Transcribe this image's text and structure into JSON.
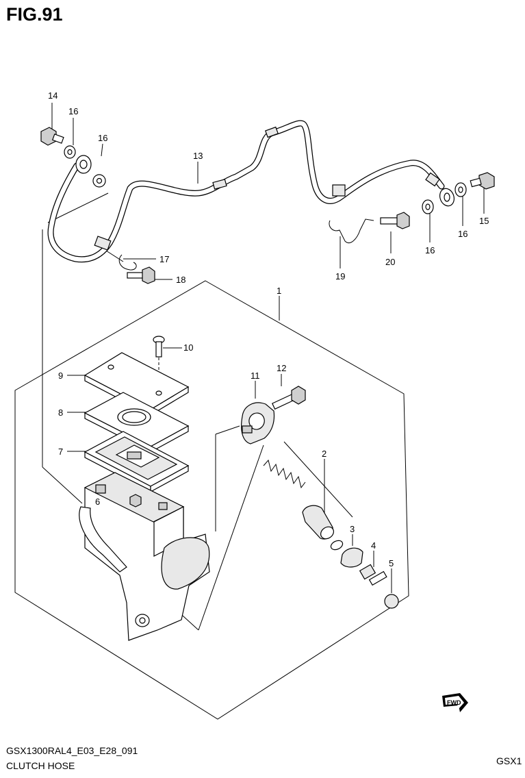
{
  "figure": {
    "title": "FIG.91"
  },
  "footer": {
    "code": "GSX1300RAL4_E03_E28_091",
    "name": "CLUTCH HOSE",
    "model": "GSX1"
  },
  "callouts": [
    {
      "id": "c14a",
      "label": "14"
    },
    {
      "id": "c16a",
      "label": "16"
    },
    {
      "id": "c16b",
      "label": "16"
    },
    {
      "id": "c13",
      "label": "13"
    },
    {
      "id": "c17",
      "label": "17"
    },
    {
      "id": "c18",
      "label": "18"
    },
    {
      "id": "c19",
      "label": "19"
    },
    {
      "id": "c20",
      "label": "20"
    },
    {
      "id": "c16c",
      "label": "16"
    },
    {
      "id": "c16d",
      "label": "16"
    },
    {
      "id": "c15",
      "label": "15"
    },
    {
      "id": "c1",
      "label": "1"
    },
    {
      "id": "c10",
      "label": "10"
    },
    {
      "id": "c9",
      "label": "9"
    },
    {
      "id": "c12",
      "label": "12"
    },
    {
      "id": "c11",
      "label": "11"
    },
    {
      "id": "c8",
      "label": "8"
    },
    {
      "id": "c7",
      "label": "7"
    },
    {
      "id": "c2",
      "label": "2"
    },
    {
      "id": "c6",
      "label": "6"
    },
    {
      "id": "c3",
      "label": "3"
    },
    {
      "id": "c4",
      "label": "4"
    },
    {
      "id": "c5",
      "label": "5"
    }
  ],
  "icons": {
    "fwd": "forward-arrow-icon"
  }
}
